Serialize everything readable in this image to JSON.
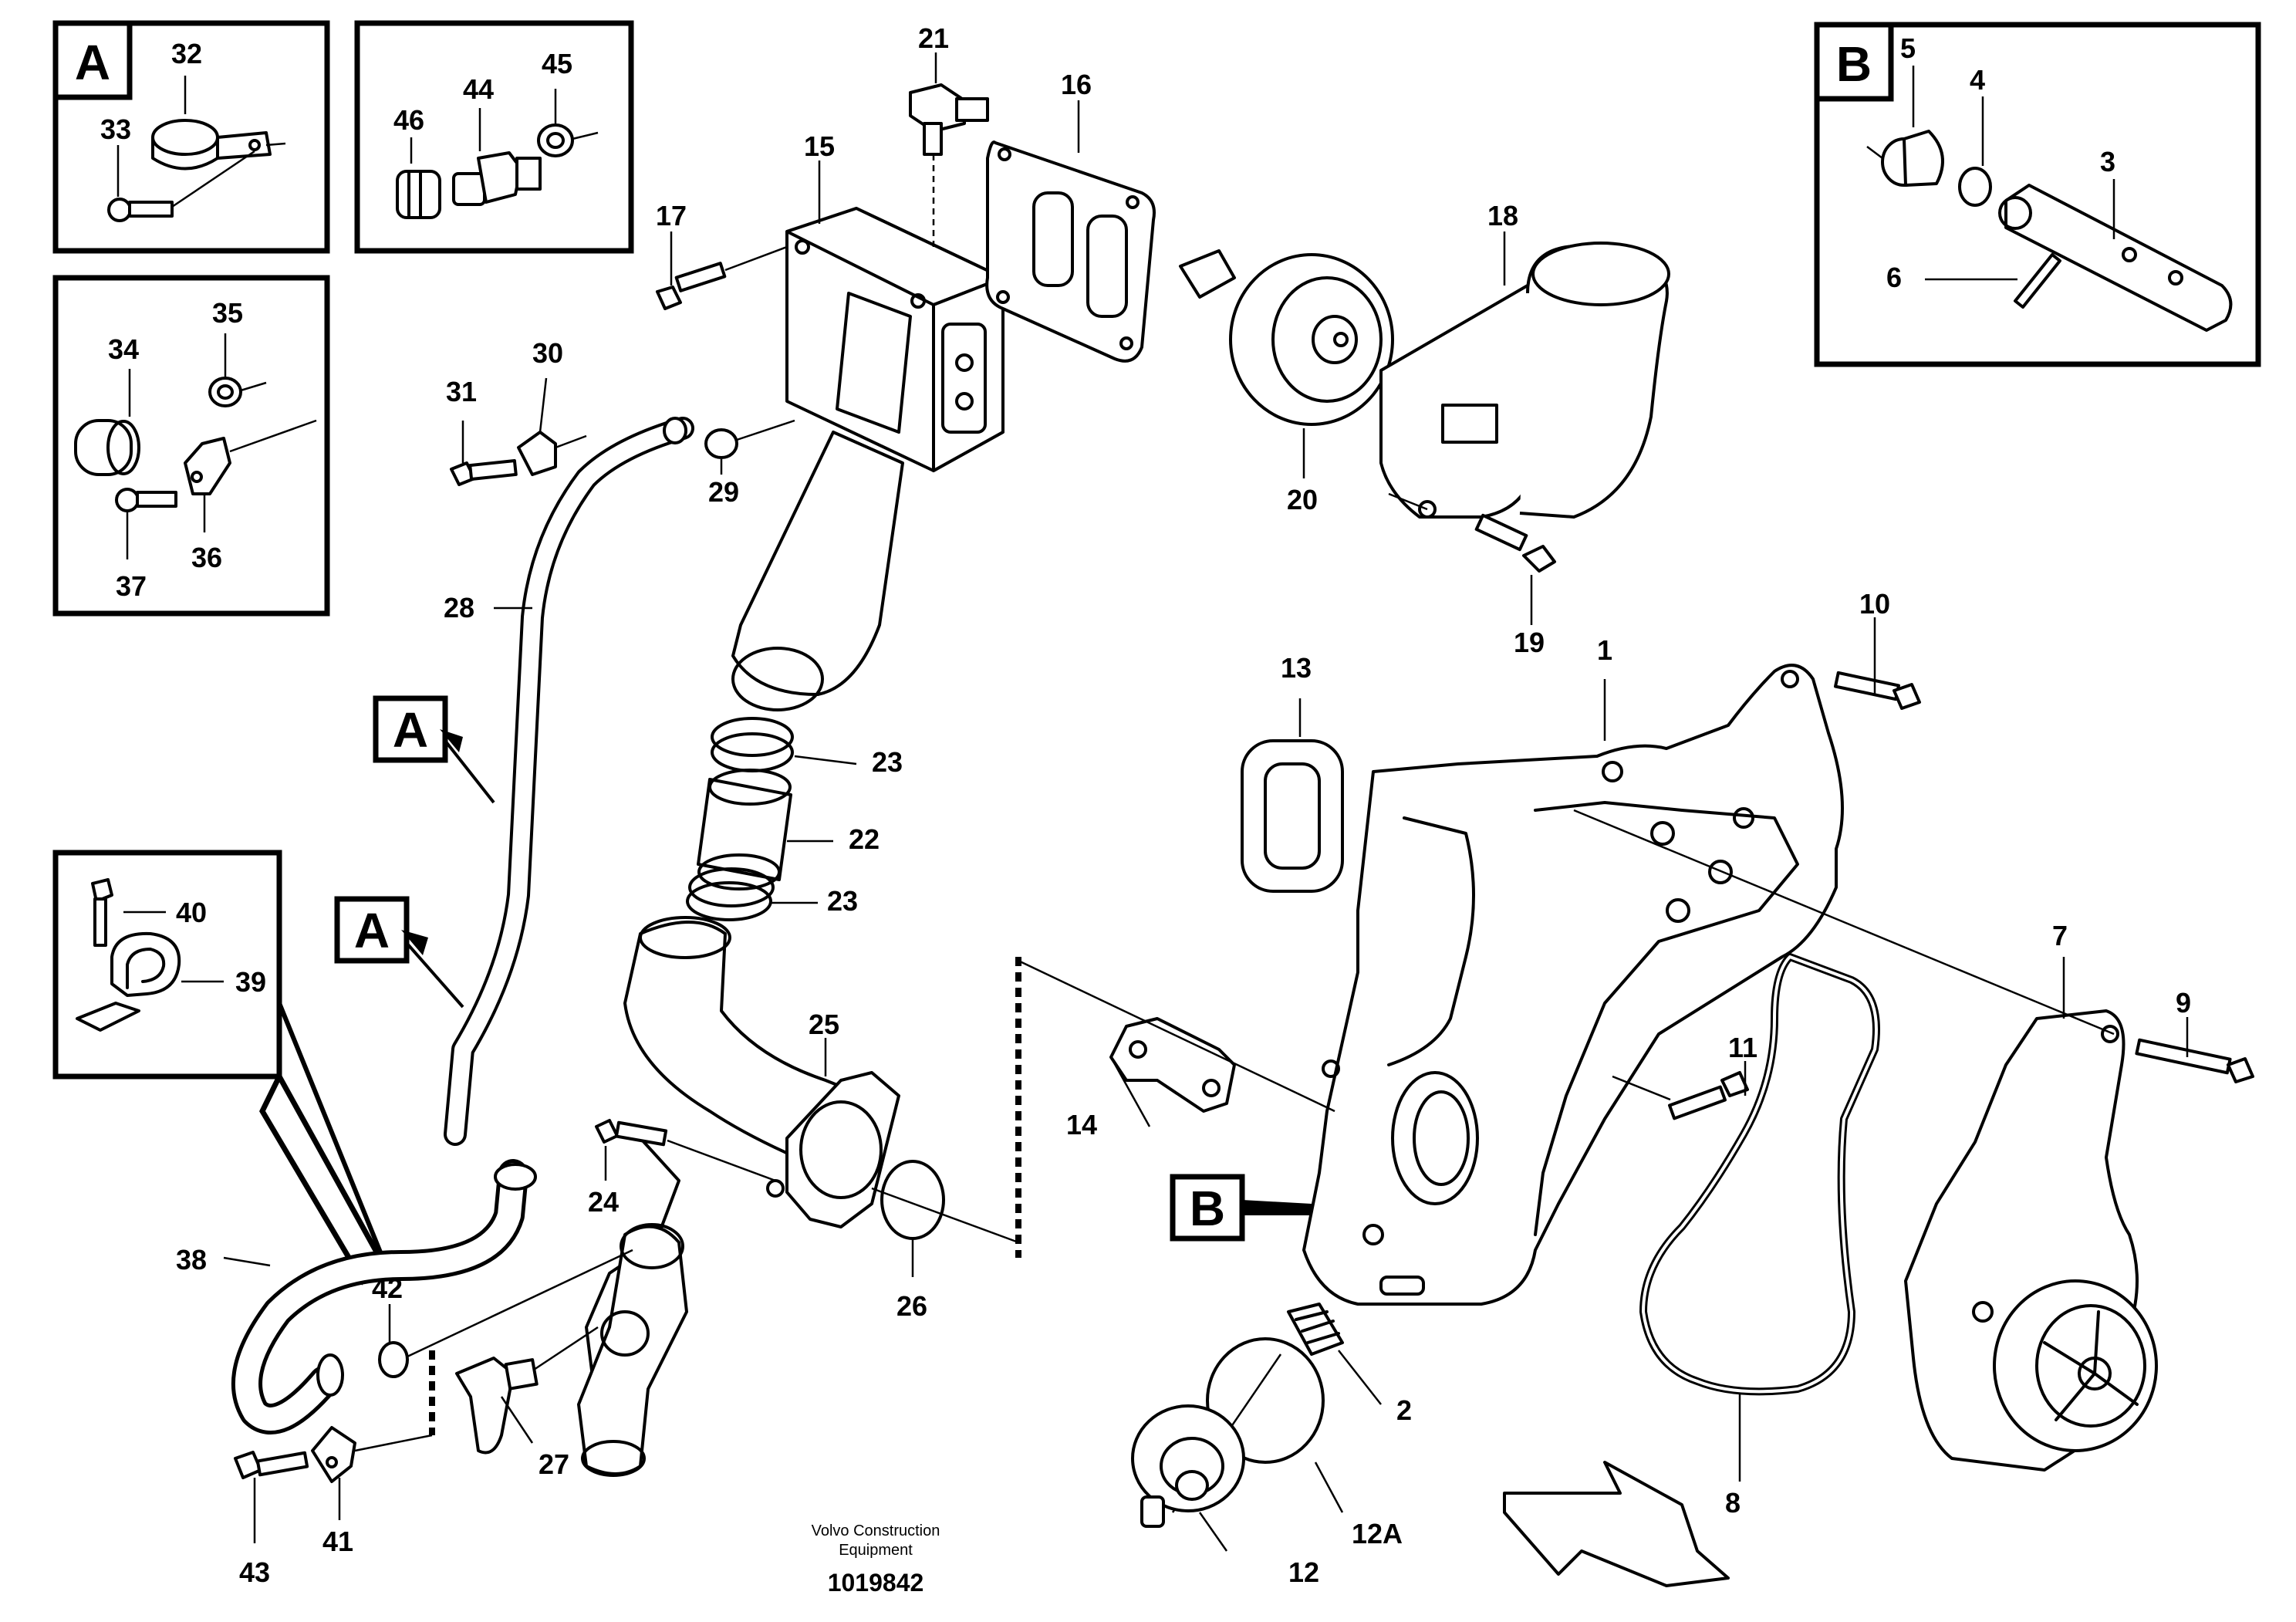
{
  "footer": {
    "company_line1": "Volvo Construction",
    "company_line2": "Equipment",
    "drawing_number": "1019842"
  },
  "detail_labels": {
    "a": "A",
    "b": "B"
  },
  "callouts": {
    "c1": "1",
    "c2": "2",
    "c3": "3",
    "c4": "4",
    "c5": "5",
    "c6": "6",
    "c7": "7",
    "c8": "8",
    "c9": "9",
    "c10": "10",
    "c11": "11",
    "c12": "12",
    "c12a": "12A",
    "c13": "13",
    "c14": "14",
    "c15": "15",
    "c16": "16",
    "c17": "17",
    "c18": "18",
    "c19": "19",
    "c20": "20",
    "c21": "21",
    "c22": "22",
    "c23a": "23",
    "c23b": "23",
    "c24": "24",
    "c25": "25",
    "c26": "26",
    "c27": "27",
    "c28": "28",
    "c29": "29",
    "c30": "30",
    "c31": "31",
    "c32": "32",
    "c33": "33",
    "c34": "34",
    "c35": "35",
    "c36": "36",
    "c37": "37",
    "c38": "38",
    "c39": "39",
    "c40": "40",
    "c41": "41",
    "c42": "42",
    "c43": "43",
    "c44": "44",
    "c45": "45",
    "c46": "46"
  }
}
